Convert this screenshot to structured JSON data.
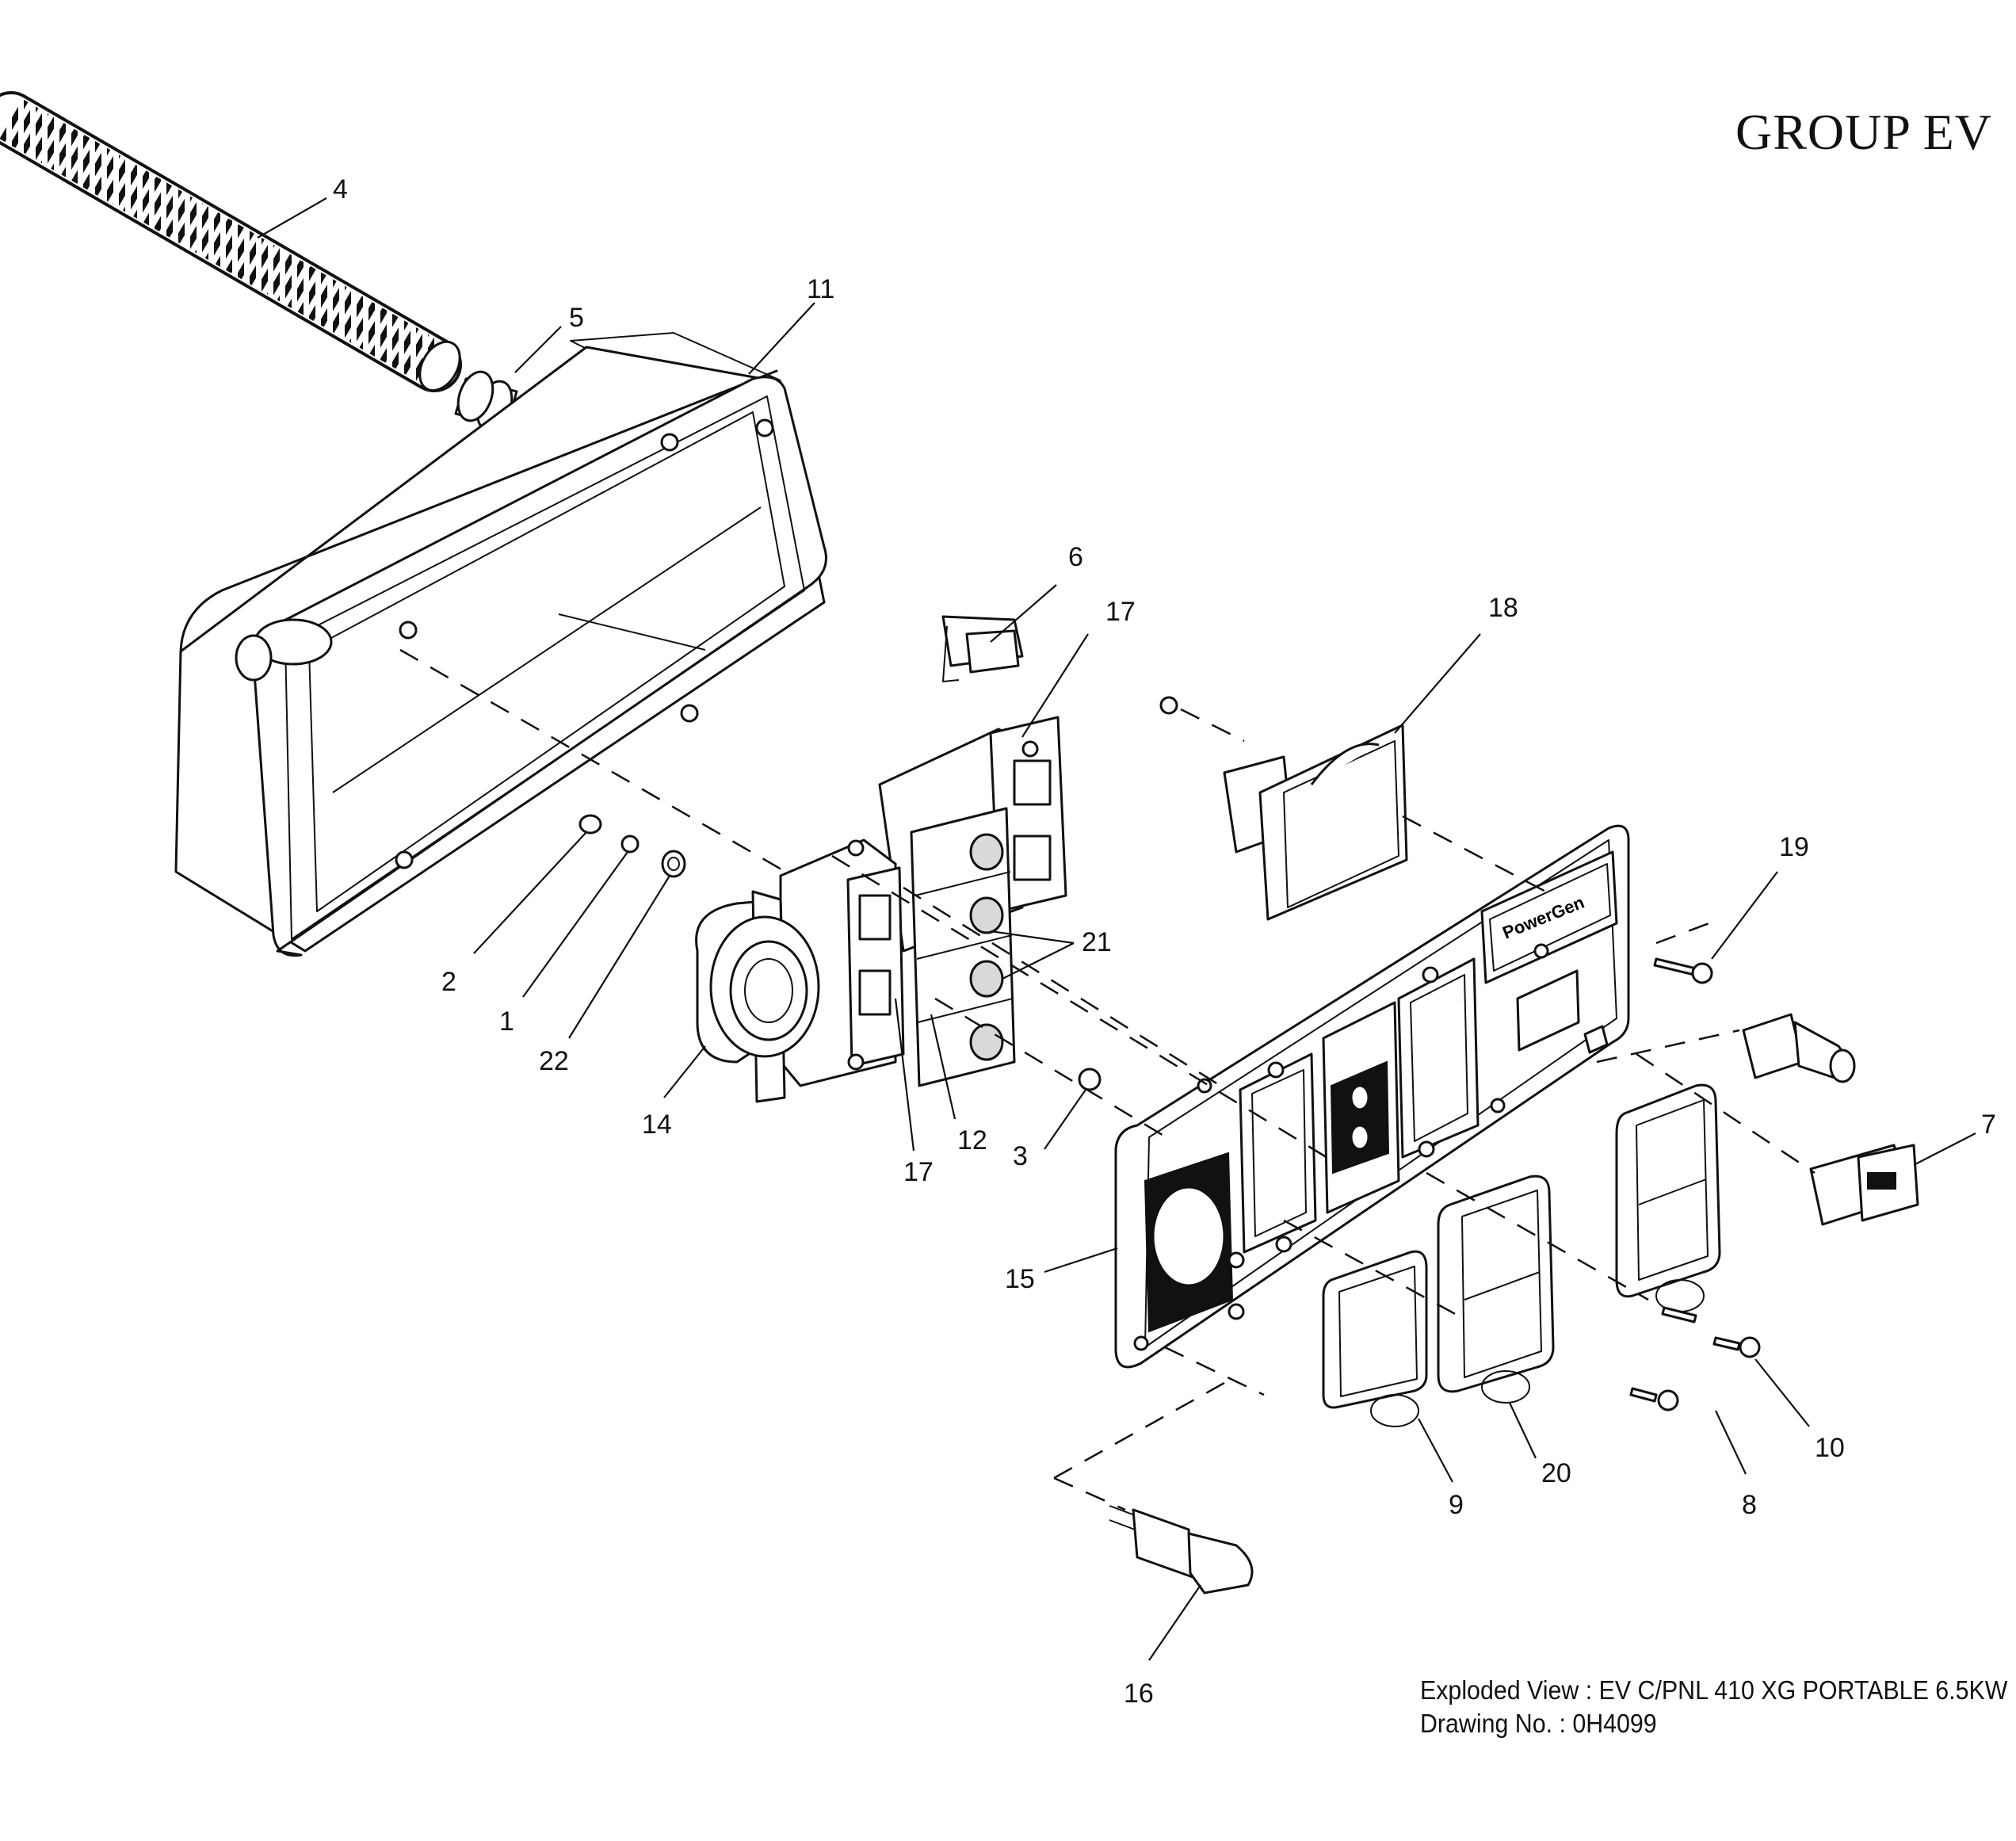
{
  "header": {
    "group": "GROUP EV"
  },
  "caption": {
    "view": "Exploded View : EV C/PNL 410 XG PORTABLE 6.5KW",
    "drawing": "Drawing No. : 0H4099"
  },
  "panel": {
    "brand": "PowerGen"
  },
  "callouts": {
    "c4": "4",
    "c5": "5",
    "c11": "11",
    "c6": "6",
    "c17a": "17",
    "c18": "18",
    "c19": "19",
    "c21": "21",
    "c2": "2",
    "c1": "1",
    "c22": "22",
    "c14": "14",
    "c17b": "17",
    "c12": "12",
    "c3": "3",
    "c7": "7",
    "c15": "15",
    "c20": "20",
    "c9": "9",
    "c8": "8",
    "c10": "10",
    "c16": "16"
  }
}
